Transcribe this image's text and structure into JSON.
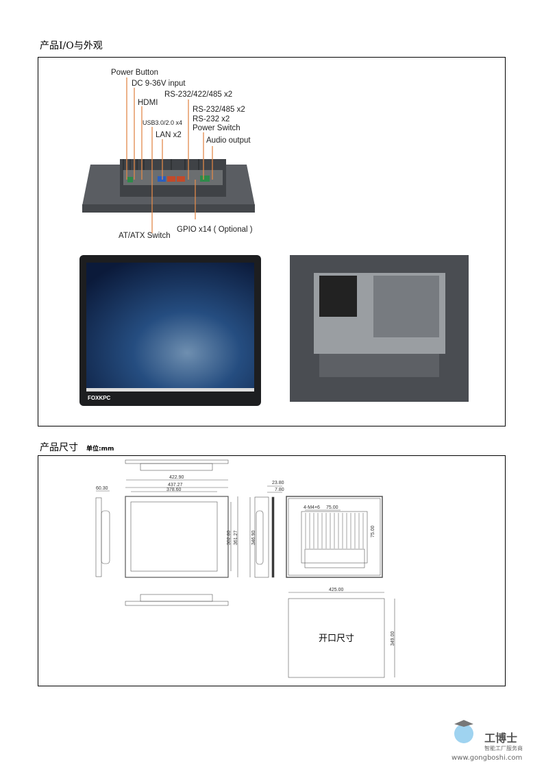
{
  "section1": {
    "title": "产品I/O与外观"
  },
  "io_labels": {
    "power_button": "Power Button",
    "dc_input": "DC 9-36V input",
    "hdmi": "HDMI",
    "rs232_422_485": "RS-232/422/485 x2",
    "rs232_485": "RS-232/485 x2",
    "usb": "USB3.0/2.0 x4",
    "rs232": "RS-232 x2",
    "power_switch": "Power Switch",
    "lan": "LAN x2",
    "audio": "Audio output",
    "gpio": "GPIO x14 ( Optional )",
    "at_atx": "AT/ATX Switch"
  },
  "front_view": {
    "brand": "FOXKPC"
  },
  "section2": {
    "title": "产品尺寸",
    "unit": "单位:mm"
  },
  "dimensions": {
    "top_width": "422.90",
    "outer_width": "437.27",
    "inner_width": "378.60",
    "depth": "60.30",
    "screen_height": "302.80",
    "outer_height": "361.27",
    "side_height": "346.90",
    "side_depth": "23.80",
    "side_depth2": "7.80",
    "vesa_screw": "4-M4×6",
    "vesa_h": "75.00",
    "vesa_v": "75.00",
    "cutout_width": "425.00",
    "cutout_height": "349.00",
    "cutout_label": "开口尺寸"
  },
  "logo": {
    "name": "工博士",
    "tagline": "智能工厂服务商",
    "url": "www.gongboshi.com"
  },
  "colors": {
    "callout": "#e2894a",
    "panel": "#4a4d52"
  }
}
